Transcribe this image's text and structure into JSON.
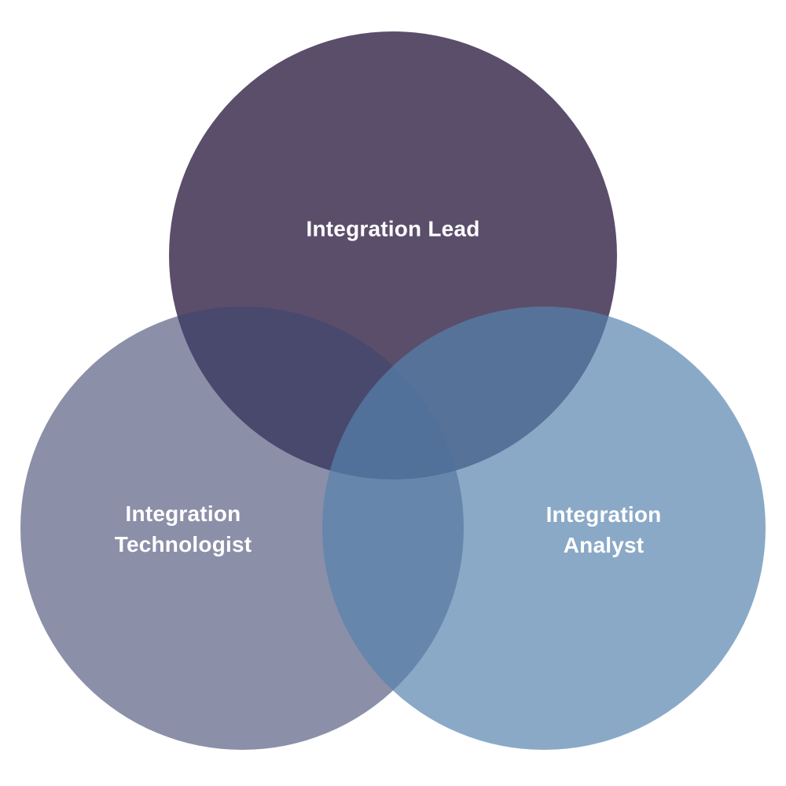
{
  "diagram": {
    "type": "venn",
    "background_color": "#ffffff",
    "label_text_color": "#ffffff",
    "circles": [
      {
        "id": "integration-lead",
        "label": "Integration Lead",
        "label_lines": [
          "Integration Lead"
        ],
        "observed_color": "#5b4e6b",
        "fill": "#5b4e6b",
        "fill_opacity": "1"
      },
      {
        "id": "integration-technologist",
        "label": "Integration Technologist",
        "label_lines": [
          "Integration",
          "Technologist"
        ],
        "observed_color": "#8b8fa8",
        "fill": "#3e446e",
        "fill_opacity": "0.6"
      },
      {
        "id": "integration-analyst",
        "label": "Integration Analyst",
        "label_lines": [
          "Integration",
          "Analyst"
        ],
        "observed_color": "#8aa9c7",
        "fill": "#5582ae",
        "fill_opacity": "0.69"
      }
    ],
    "overlap_colors": {
      "lead_technologist": "#4a486d",
      "lead_analyst": "#587298",
      "technologist_analyst": "#6884ac",
      "all_three": "#52709a"
    }
  }
}
